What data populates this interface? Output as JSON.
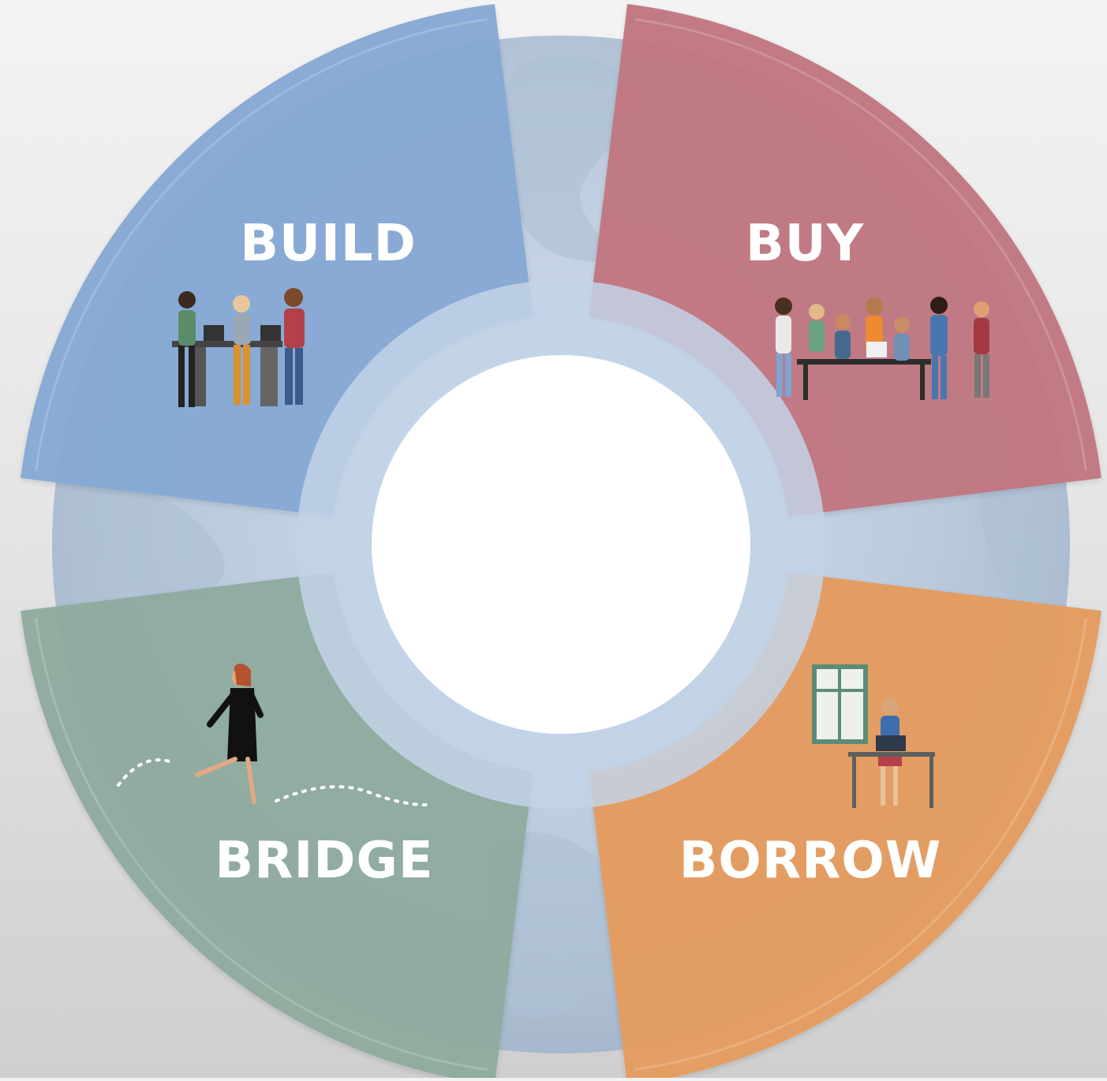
{
  "diagram": {
    "segments": [
      {
        "id": "build",
        "label": "BUILD",
        "color": "#86a9d4",
        "illustration": "team-at-standing-desk"
      },
      {
        "id": "buy",
        "label": "BUY",
        "color": "#c17780",
        "illustration": "group-meeting-at-table"
      },
      {
        "id": "borrow",
        "label": "BORROW",
        "color": "#e59c5f",
        "illustration": "person-working-at-laptop"
      },
      {
        "id": "bridge",
        "label": "BRIDGE",
        "color": "#90ab9f",
        "illustration": "woman-jumping"
      }
    ],
    "ring_color": "#c3d3e8",
    "globe_color": "#b6c6da",
    "center_color": "#ffffff"
  }
}
